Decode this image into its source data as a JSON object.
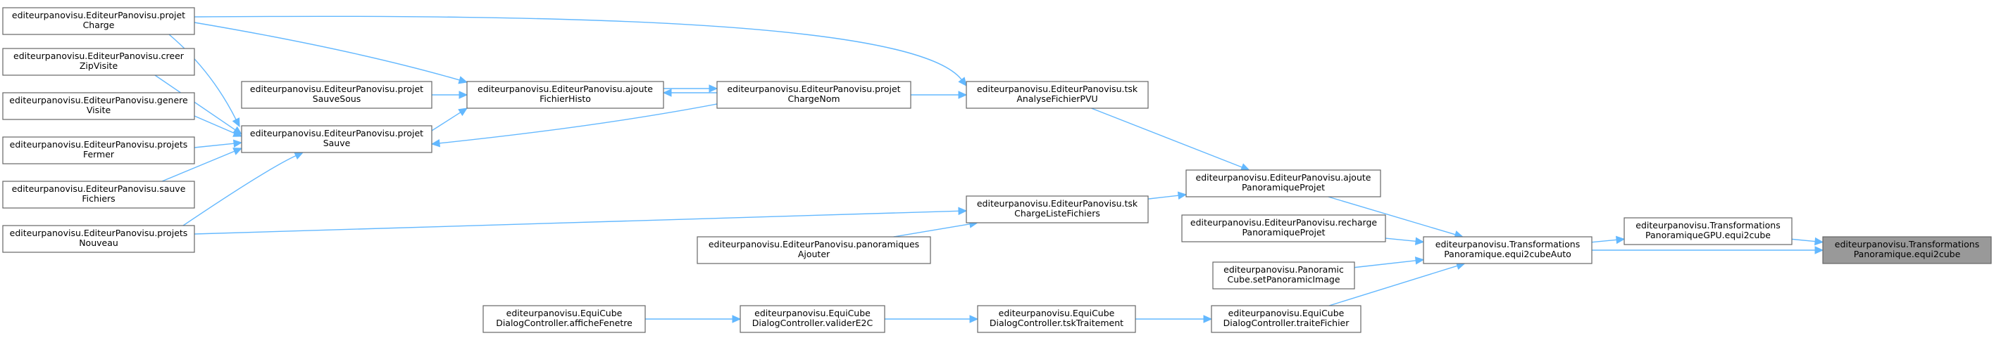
{
  "graph": {
    "colors": {
      "edge": "#63b8ff",
      "node_border": "#666666",
      "focus_fill": "#999999",
      "node_fill": "#ffffff"
    },
    "nodes": [
      {
        "id": "projetCharge",
        "lines": [
          "editeurpanovisu.EditeurPanovisu.projet",
          "Charge"
        ]
      },
      {
        "id": "creerZipVisite",
        "lines": [
          "editeurpanovisu.EditeurPanovisu.creer",
          "ZipVisite"
        ]
      },
      {
        "id": "genereVisite",
        "lines": [
          "editeurpanovisu.EditeurPanovisu.genere",
          "Visite"
        ]
      },
      {
        "id": "projetsFermer",
        "lines": [
          "editeurpanovisu.EditeurPanovisu.projets",
          "Fermer"
        ]
      },
      {
        "id": "sauveFichiers",
        "lines": [
          "editeurpanovisu.EditeurPanovisu.sauve",
          "Fichiers"
        ]
      },
      {
        "id": "projetsNouveau",
        "lines": [
          "editeurpanovisu.EditeurPanovisu.projets",
          "Nouveau"
        ]
      },
      {
        "id": "projetSauveSous",
        "lines": [
          "editeurpanovisu.EditeurPanovisu.projet",
          "SauveSous"
        ]
      },
      {
        "id": "projetSauve",
        "lines": [
          "editeurpanovisu.EditeurPanovisu.projet",
          "Sauve"
        ]
      },
      {
        "id": "ajouteFichierHisto",
        "lines": [
          "editeurpanovisu.EditeurPanovisu.ajoute",
          "FichierHisto"
        ]
      },
      {
        "id": "projetChargeNom",
        "lines": [
          "editeurpanovisu.EditeurPanovisu.projet",
          "ChargeNom"
        ]
      },
      {
        "id": "panoramiquesAjouter",
        "lines": [
          "editeurpanovisu.EditeurPanovisu.panoramiques",
          "Ajouter"
        ]
      },
      {
        "id": "tskAnalyseFichierPVU",
        "lines": [
          "editeurpanovisu.EditeurPanovisu.tsk",
          "AnalyseFichierPVU"
        ]
      },
      {
        "id": "tskChargeListeFichiers",
        "lines": [
          "editeurpanovisu.EditeurPanovisu.tsk",
          "ChargeListeFichiers"
        ]
      },
      {
        "id": "ajoutePanoramiqueProjet",
        "lines": [
          "editeurpanovisu.EditeurPanovisu.ajoute",
          "PanoramiqueProjet"
        ]
      },
      {
        "id": "rechargePanoramiqueProjet",
        "lines": [
          "editeurpanovisu.EditeurPanovisu.recharge",
          "PanoramiqueProjet"
        ]
      },
      {
        "id": "setPanoramicImage",
        "lines": [
          "editeurpanovisu.Panoramic",
          "Cube.setPanoramicImage"
        ]
      },
      {
        "id": "equi2cubeAuto",
        "lines": [
          "editeurpanovisu.Transformations",
          "Panoramique.equi2cubeAuto"
        ]
      },
      {
        "id": "gpuEqui2cube",
        "lines": [
          "editeurpanovisu.Transformations",
          "PanoramiqueGPU.equi2cube"
        ]
      },
      {
        "id": "equi2cube",
        "lines": [
          "editeurpanovisu.Transformations",
          "Panoramique.equi2cube"
        ],
        "focus": true
      },
      {
        "id": "afficheFenetre",
        "lines": [
          "editeurpanovisu.EquiCube",
          "DialogController.afficheFenetre"
        ]
      },
      {
        "id": "validerE2C",
        "lines": [
          "editeurpanovisu.EquiCube",
          "DialogController.validerE2C"
        ]
      },
      {
        "id": "tskTraitement",
        "lines": [
          "editeurpanovisu.EquiCube",
          "DialogController.tskTraitement"
        ]
      },
      {
        "id": "traiteFichier",
        "lines": [
          "editeurpanovisu.EquiCube",
          "DialogController.traiteFichier"
        ]
      }
    ],
    "edges": [
      {
        "from": "gpuEqui2cube",
        "to": "equi2cube"
      },
      {
        "from": "equi2cubeAuto",
        "to": "equi2cube"
      },
      {
        "from": "equi2cubeAuto",
        "to": "gpuEqui2cube"
      },
      {
        "from": "ajoutePanoramiqueProjet",
        "to": "equi2cubeAuto"
      },
      {
        "from": "rechargePanoramiqueProjet",
        "to": "equi2cubeAuto"
      },
      {
        "from": "setPanoramicImage",
        "to": "equi2cubeAuto"
      },
      {
        "from": "traiteFichier",
        "to": "equi2cubeAuto"
      },
      {
        "from": "tskAnalyseFichierPVU",
        "to": "ajoutePanoramiqueProjet"
      },
      {
        "from": "tskChargeListeFichiers",
        "to": "ajoutePanoramiqueProjet"
      },
      {
        "from": "projetChargeNom",
        "to": "tskAnalyseFichierPVU"
      },
      {
        "from": "projetCharge",
        "to": "tskAnalyseFichierPVU"
      },
      {
        "from": "projetsNouveau",
        "to": "tskChargeListeFichiers"
      },
      {
        "from": "panoramiquesAjouter",
        "to": "tskChargeListeFichiers"
      },
      {
        "from": "tskTraitement",
        "to": "traiteFichier"
      },
      {
        "from": "validerE2C",
        "to": "tskTraitement"
      },
      {
        "from": "afficheFenetre",
        "to": "validerE2C"
      },
      {
        "from": "projetChargeNom",
        "to": "ajouteFichierHisto"
      },
      {
        "from": "ajouteFichierHisto",
        "to": "projetChargeNom"
      },
      {
        "from": "projetChargeNom",
        "to": "projetSauve"
      },
      {
        "from": "projetSauveSous",
        "to": "ajouteFichierHisto"
      },
      {
        "from": "projetSauve",
        "to": "ajouteFichierHisto"
      },
      {
        "from": "projetCharge",
        "to": "ajouteFichierHisto"
      },
      {
        "from": "projetCharge",
        "to": "projetSauve"
      },
      {
        "from": "creerZipVisite",
        "to": "projetSauve"
      },
      {
        "from": "genereVisite",
        "to": "projetSauve"
      },
      {
        "from": "projetsFermer",
        "to": "projetSauve"
      },
      {
        "from": "sauveFichiers",
        "to": "projetSauve"
      },
      {
        "from": "projetsNouveau",
        "to": "projetSauve"
      }
    ]
  }
}
